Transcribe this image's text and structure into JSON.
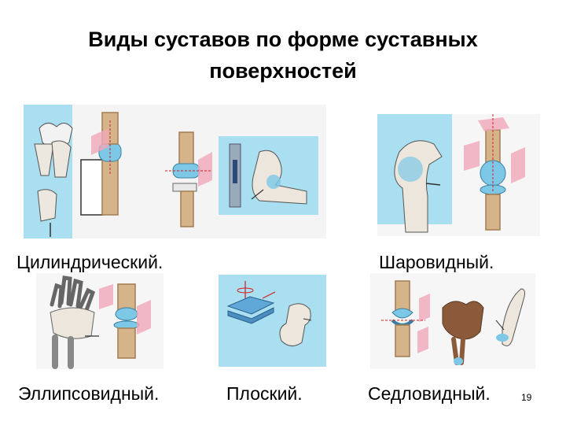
{
  "slide": {
    "title_line1": "Виды суставов по форме суставных",
    "title_line2": "поверхностей",
    "page_number": "19"
  },
  "captions": {
    "cylindrical": "Цилиндрический.",
    "spherical": "Шаровидный.",
    "ellipsoid": "Эллипсовидный.",
    "flat": "Плоский.",
    "saddle": "Седловидный."
  },
  "colors": {
    "panel_blue": "#a9dff0",
    "bone": "#d6b48a",
    "bone_dark": "#a37c52",
    "cartilage": "#7cc8e6",
    "plane_pink": "#f0a8b8",
    "arrow_red": "#d02020"
  }
}
